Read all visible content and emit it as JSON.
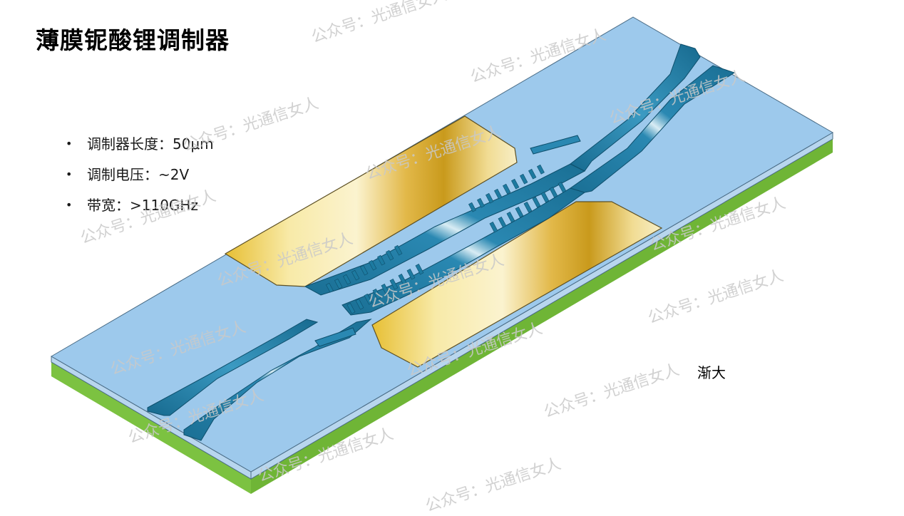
{
  "slide": {
    "title": "薄膜铌酸锂调制器",
    "bullets": [
      {
        "label": "调制器长度：50μm"
      },
      {
        "label": "调制电压：~2V"
      },
      {
        "label": "带宽：>110GHz"
      }
    ],
    "bullet_symbol": "•",
    "taper_label": "渐大",
    "watermark_text": "公众号：光通信女人"
  },
  "colors": {
    "substrate_top": "#9cc8ec",
    "substrate_side": "#b4d0ea",
    "base_layer": "#7dc242",
    "waveguide": "#1f7ea6",
    "electrode_gold": "#e0b84a"
  },
  "icons": {
    "bullet": "bullet-dot-icon"
  }
}
